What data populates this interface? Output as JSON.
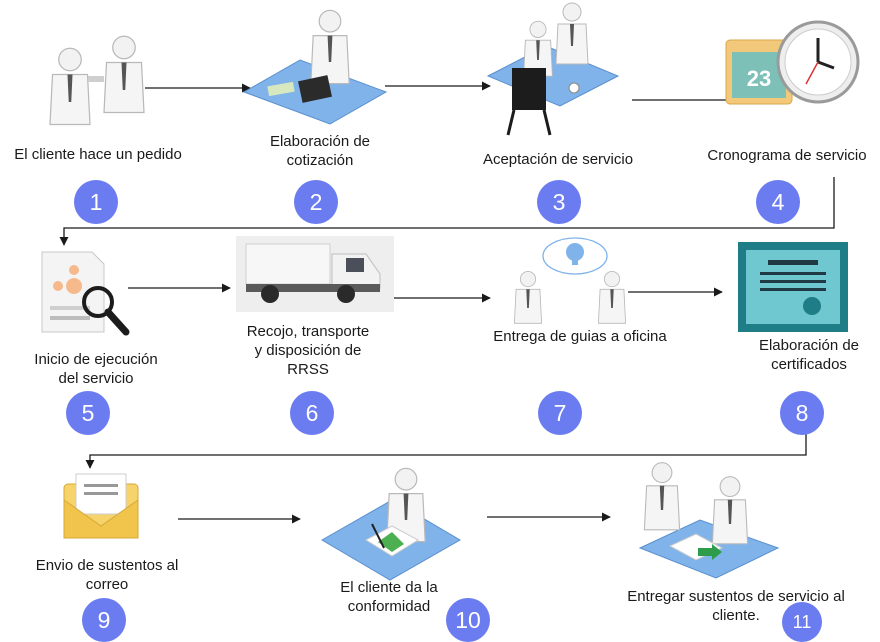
{
  "steps": [
    {
      "number": "1",
      "label": [
        "El cliente hace un pedido"
      ],
      "icon": "handshake-icon"
    },
    {
      "number": "2",
      "label": [
        "Elaboración de",
        "cotización"
      ],
      "icon": "calculator-desk-icon"
    },
    {
      "number": "3",
      "label": [
        "Aceptación de servicio"
      ],
      "icon": "presentation-meeting-icon"
    },
    {
      "number": "4",
      "label": [
        "Cronograma de servicio"
      ],
      "icon": "calendar-clock-icon"
    },
    {
      "number": "5",
      "label": [
        "Inicio de ejecución",
        "del servicio"
      ],
      "icon": "document-magnifier-icon"
    },
    {
      "number": "6",
      "label": [
        "Recojo, transporte",
        "y disposición de",
        "RRSS"
      ],
      "icon": "truck-icon"
    },
    {
      "number": "7",
      "label": [
        "Entrega de guias a oficina"
      ],
      "icon": "idea-meeting-icon"
    },
    {
      "number": "8",
      "label": [
        "Elaboración de",
        "certificados"
      ],
      "icon": "certificate-icon"
    },
    {
      "number": "9",
      "label": [
        "Envio de sustentos al",
        "correo"
      ],
      "icon": "envelope-icon"
    },
    {
      "number": "10",
      "label": [
        "El cliente da la",
        "conformidad"
      ],
      "icon": "signing-document-icon"
    },
    {
      "number": "11",
      "label": [
        "Entregar sustentos de servicio  al",
        "cliente."
      ],
      "icon": "document-handover-icon"
    }
  ],
  "colors": {
    "badge": "#6b7cf0",
    "desk": "#7fb3ea",
    "arrow": "#1a1a1a",
    "certificate": "#1e7d86",
    "envelope": "#f6d36b"
  }
}
